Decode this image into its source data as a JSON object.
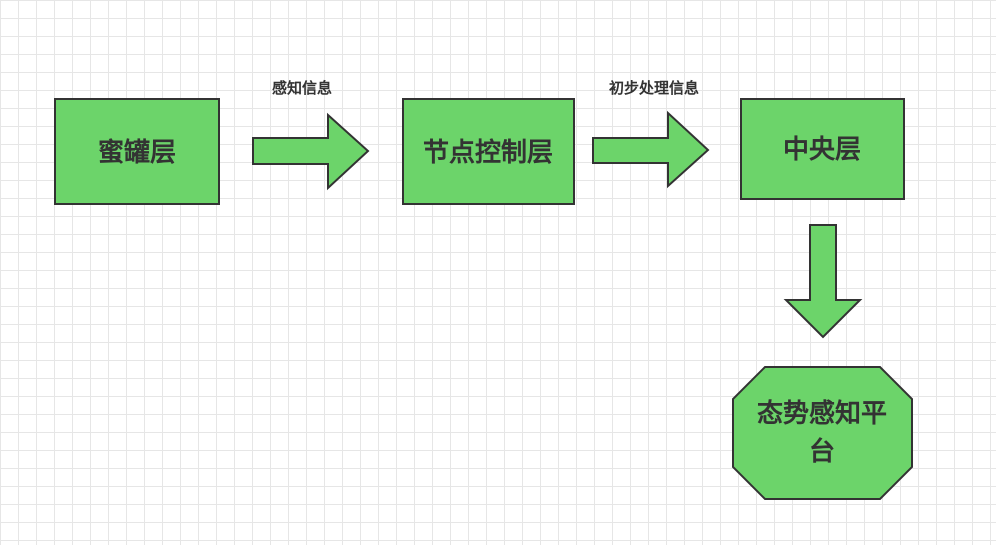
{
  "nodes": {
    "honeypot": {
      "label": "蜜罐层"
    },
    "node_control": {
      "label": "节点控制层"
    },
    "central": {
      "label": "中央层"
    },
    "situation": {
      "label_line1": "态势感知平",
      "label_line2": "台"
    }
  },
  "edges": {
    "honeypot_to_node_control": {
      "label": "感知信息"
    },
    "node_control_to_central": {
      "label": "初步处理信息"
    },
    "central_to_situation": {
      "label": ""
    }
  },
  "colors": {
    "fill": "#6cd46a",
    "stroke": "#333333",
    "text": "#333333",
    "grid": "#e6e6e6"
  }
}
